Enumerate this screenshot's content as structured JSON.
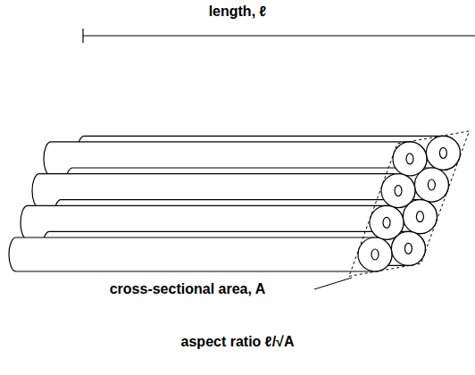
{
  "diagram": {
    "labels": [
      "length, ℓ",
      "cross-sectional area, A",
      "aspect ratio ℓ/√A"
    ]
  }
}
